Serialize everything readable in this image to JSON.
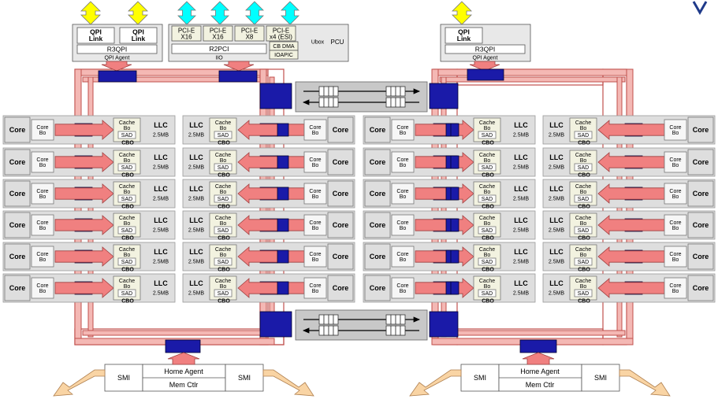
{
  "top_io_left": {
    "qpi_links": [
      "QPI\nLink",
      "QPI\nLink"
    ],
    "r3qpi": "R3QPI",
    "agent": "QPI Agent",
    "pcie": [
      "PCI-E\nX16",
      "PCI-E\nX16",
      "PCI-E\nX8",
      "PCI-E\nx4 (ESI)"
    ],
    "r2pci": "R2PCI",
    "iio": "IIO",
    "cb_dma": "CB DMA",
    "ioapic": "IOAPIC",
    "ubox": "Ubox",
    "pcu": "PCU"
  },
  "top_io_right": {
    "qpi_link": "QPI\nLink",
    "r3qpi": "R3QPI",
    "agent": "QPI Agent"
  },
  "tile": {
    "core": "Core",
    "core_bo": "Core\nBo",
    "cache_bo": "Cache\nBo",
    "sad": "SAD",
    "cbo": "CBO",
    "llc": "LLC",
    "llc_size": "2.5MB"
  },
  "home_agent": "Home Agent",
  "mem_ctlr": "Mem Ctlr",
  "smi": "SMI",
  "colors": {
    "ring_fill": "#f4b8b4",
    "ring_stroke": "#c0504d",
    "ring_stop": "#1a1aa8",
    "arrow_pink": "#f08080",
    "arrow_yellow": "#ffff00",
    "arrow_cyan": "#00ffff",
    "arrow_tan": "#f9d4a4",
    "tile_bg": "#dedede",
    "cache_bg": "#f2f2e0"
  }
}
